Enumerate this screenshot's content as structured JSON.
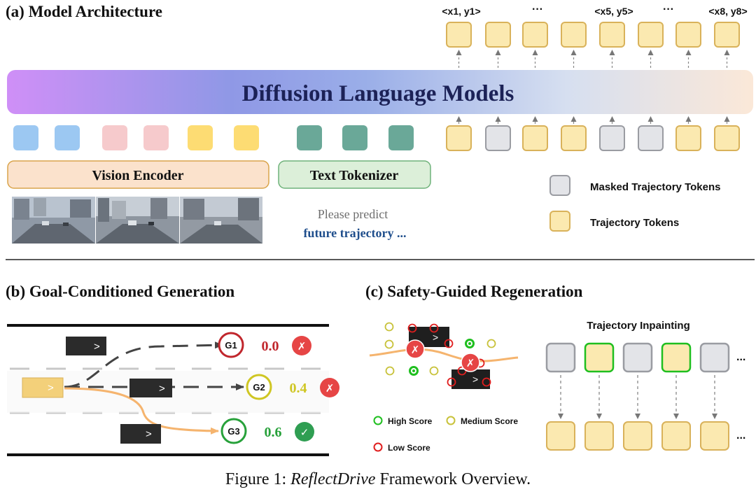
{
  "sections": {
    "a_title": "(a) Model Architecture",
    "b_title": "(b) Goal-Conditioned Generation",
    "c_title": "(c) Safety-Guided Regeneration"
  },
  "architecture": {
    "model_label": "Diffusion Language Models",
    "vision_encoder_label": "Vision Encoder",
    "text_tokenizer_label": "Text Tokenizer",
    "prompt_line1": "Please predict",
    "prompt_line2": "future trajectory ...",
    "output_coords": [
      "<x1, y1>",
      "···",
      "<x5, y5>",
      "···",
      "<x8, y8>"
    ],
    "input_token_pattern": [
      "traj",
      "mask",
      "traj",
      "traj",
      "mask",
      "mask",
      "traj",
      "traj"
    ],
    "vision_token_colors": [
      "#9cc8f2",
      "#9cc8f2",
      "#f6cacc",
      "#f6cacc",
      "#fddc73",
      "#fddc73"
    ],
    "text_token_color": "#6aa898",
    "legend": {
      "masked_label": "Masked Trajectory Tokens",
      "trajectory_label": "Trajectory Tokens"
    }
  },
  "goal_generation": {
    "vehicle_glyph": ">",
    "goals": [
      {
        "label": "G1",
        "score": "0.0",
        "status": "✗",
        "color": "#c0262c"
      },
      {
        "label": "G2",
        "score": "0.4",
        "status": "✗",
        "color": "#cfc623"
      },
      {
        "label": "G3",
        "score": "0.6",
        "status": "✓",
        "color": "#27a13a"
      }
    ]
  },
  "regeneration": {
    "inpainting_title": "Trajectory Inpainting",
    "ellipsis": "...",
    "vehicle_glyph": ">",
    "collision_glyph": "✗",
    "inpaint_pattern": [
      "mask",
      "green",
      "mask",
      "green",
      "mask"
    ],
    "legend": [
      {
        "label": "High Score",
        "color": "#1fbf1f"
      },
      {
        "label": "Medium Score",
        "color": "#c8c23a"
      },
      {
        "label": "Low Score",
        "color": "#e01e1e"
      }
    ]
  },
  "figure_caption": {
    "prefix": "Figure 1: ",
    "name": "ReflectDrive",
    "suffix": " Framework Overview."
  },
  "colors": {
    "traj_fill": "#fbe9b0",
    "traj_stroke": "#d9b25a",
    "mask_fill": "#e3e4e8",
    "mask_stroke": "#9a9ca2",
    "highlight_stroke": "#1fbf1f",
    "path_orange": "#f5b46e"
  }
}
